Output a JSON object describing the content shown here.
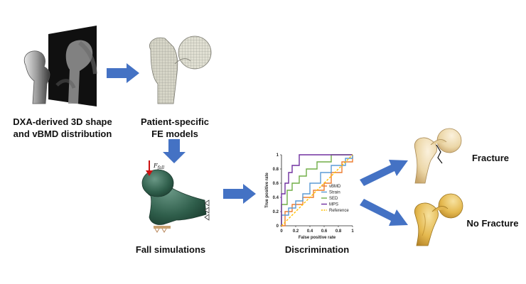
{
  "labels": {
    "dxa_line1": "DXA-derived 3D shape",
    "dxa_line2": "and vBMD distribution",
    "fe_line1": "Patient-specific",
    "fe_line2": "FE models",
    "fall": "Fall simulations",
    "discrimination": "Discrimination",
    "fracture": "Fracture",
    "no_fracture": "No Fracture",
    "force_symbol": "F",
    "force_subscript": "fall"
  },
  "colors": {
    "arrow": "#4472c4",
    "fe_mesh": "#d7d6c8",
    "fall_model": "#2f5e4b",
    "force": "#cc1111",
    "bone_fracture": "#efdcb4",
    "bone_nofracture": "#e7c36a"
  },
  "chart_data": {
    "type": "line",
    "xlabel": "False positive rate",
    "ylabel": "True positive rate",
    "xlim": [
      0,
      1
    ],
    "ylim": [
      0,
      1
    ],
    "xticks": [
      "0",
      "0.2",
      "0.4",
      "0.6",
      "0.8",
      "1"
    ],
    "yticks": [
      "0",
      "0.2",
      "0.4",
      "0.6",
      "0.8",
      "1"
    ],
    "legend_position": "bottom-right",
    "series": [
      {
        "name": "vBMD",
        "color": "#ed7d31",
        "points": [
          [
            0,
            0
          ],
          [
            0.05,
            0
          ],
          [
            0.05,
            0.2
          ],
          [
            0.15,
            0.2
          ],
          [
            0.15,
            0.3
          ],
          [
            0.3,
            0.3
          ],
          [
            0.3,
            0.4
          ],
          [
            0.45,
            0.4
          ],
          [
            0.45,
            0.5
          ],
          [
            0.6,
            0.5
          ],
          [
            0.6,
            0.6
          ],
          [
            0.7,
            0.6
          ],
          [
            0.7,
            0.75
          ],
          [
            0.85,
            0.75
          ],
          [
            0.85,
            0.9
          ],
          [
            1,
            0.9
          ],
          [
            1,
            1
          ]
        ]
      },
      {
        "name": "Strain",
        "color": "#5b9bd5",
        "points": [
          [
            0,
            0
          ],
          [
            0,
            0.15
          ],
          [
            0.1,
            0.15
          ],
          [
            0.1,
            0.25
          ],
          [
            0.2,
            0.25
          ],
          [
            0.2,
            0.35
          ],
          [
            0.3,
            0.35
          ],
          [
            0.3,
            0.45
          ],
          [
            0.4,
            0.45
          ],
          [
            0.4,
            0.6
          ],
          [
            0.55,
            0.6
          ],
          [
            0.55,
            0.75
          ],
          [
            0.7,
            0.75
          ],
          [
            0.7,
            0.85
          ],
          [
            0.9,
            0.85
          ],
          [
            0.9,
            0.95
          ],
          [
            1,
            0.95
          ],
          [
            1,
            1
          ]
        ]
      },
      {
        "name": "SED",
        "color": "#70ad47",
        "points": [
          [
            0,
            0
          ],
          [
            0,
            0.3
          ],
          [
            0.08,
            0.3
          ],
          [
            0.08,
            0.5
          ],
          [
            0.15,
            0.5
          ],
          [
            0.15,
            0.6
          ],
          [
            0.25,
            0.6
          ],
          [
            0.25,
            0.7
          ],
          [
            0.35,
            0.7
          ],
          [
            0.35,
            0.8
          ],
          [
            0.5,
            0.8
          ],
          [
            0.5,
            0.9
          ],
          [
            0.7,
            0.9
          ],
          [
            0.7,
            1
          ],
          [
            1,
            1
          ]
        ]
      },
      {
        "name": "MPS",
        "color": "#7030a0",
        "points": [
          [
            0,
            0
          ],
          [
            0,
            0.45
          ],
          [
            0.05,
            0.45
          ],
          [
            0.05,
            0.6
          ],
          [
            0.1,
            0.6
          ],
          [
            0.1,
            0.75
          ],
          [
            0.15,
            0.75
          ],
          [
            0.15,
            0.85
          ],
          [
            0.25,
            0.85
          ],
          [
            0.25,
            1
          ],
          [
            1,
            1
          ]
        ]
      },
      {
        "name": "Reference",
        "color": "#ffc000",
        "dashed": true,
        "points": [
          [
            0,
            0
          ],
          [
            1,
            1
          ]
        ]
      }
    ]
  }
}
